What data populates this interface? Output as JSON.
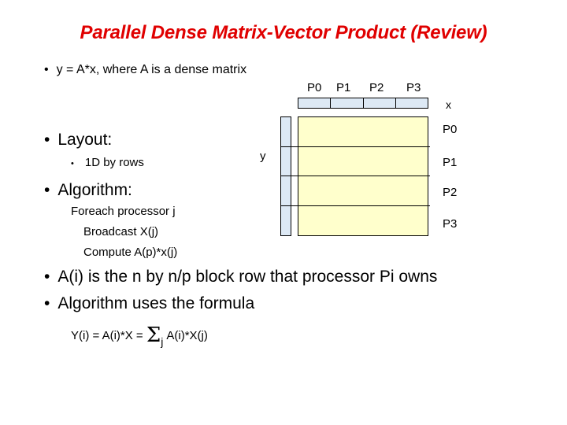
{
  "title": "Parallel Dense Matrix-Vector Product (Review)",
  "bullets": {
    "intro": "y = A*x, where A is a dense  matrix",
    "layout": "Layout:",
    "layout_sub": "1D by rows",
    "algorithm": "Algorithm:",
    "algo_line1": "Foreach processor j",
    "algo_line2": "Broadcast X(j)",
    "algo_line3": "Compute A(p)*x(j)",
    "block_row": "A(i) is the n by n/p block row that processor Pi owns",
    "formula_intro": "Algorithm uses the formula"
  },
  "bullet_glyph": "•",
  "diagram": {
    "col_labels": [
      "P0",
      "P1",
      "P2",
      "P3"
    ],
    "x_label": "x",
    "y_label": "y",
    "row_labels": [
      "P0",
      "P1",
      "P2",
      "P3"
    ],
    "matrix_color": "#ffffcc",
    "vector_color": "#dde9f5"
  },
  "formula": {
    "lhs": "Y(i) = A(i)*X = ",
    "sigma": "Σ",
    "subscript": "j",
    "rhs": "A(i)*X(j)"
  }
}
